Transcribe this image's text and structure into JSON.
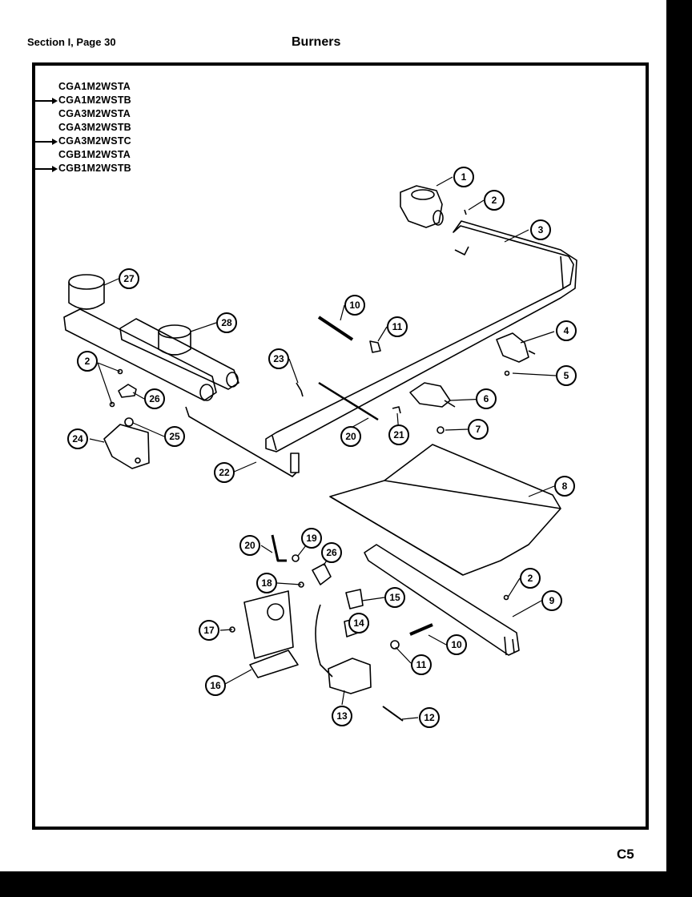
{
  "header": {
    "section_page": "Section I, Page 30",
    "title": "Burners"
  },
  "page_code": "C5",
  "models": [
    {
      "code": "CGA1M2WSTA",
      "arrow": false
    },
    {
      "code": "CGA1M2WSTB",
      "arrow": true
    },
    {
      "code": "CGA3M2WSTA",
      "arrow": false
    },
    {
      "code": "CGA3M2WSTB",
      "arrow": false
    },
    {
      "code": "CGA3M2WSTC",
      "arrow": true
    },
    {
      "code": "CGB1M2WSTA",
      "arrow": false
    },
    {
      "code": "CGB1M2WSTB",
      "arrow": true
    }
  ],
  "callouts": [
    {
      "id": "c1",
      "label": "1"
    },
    {
      "id": "c2a",
      "label": "2"
    },
    {
      "id": "c3",
      "label": "3"
    },
    {
      "id": "c4",
      "label": "4"
    },
    {
      "id": "c5",
      "label": "5"
    },
    {
      "id": "c6",
      "label": "6"
    },
    {
      "id": "c7",
      "label": "7"
    },
    {
      "id": "c8",
      "label": "8"
    },
    {
      "id": "c9",
      "label": "9"
    },
    {
      "id": "c10a",
      "label": "10"
    },
    {
      "id": "c11a",
      "label": "11"
    },
    {
      "id": "c27",
      "label": "27"
    },
    {
      "id": "c28",
      "label": "28"
    },
    {
      "id": "c2b",
      "label": "2"
    },
    {
      "id": "c26a",
      "label": "26"
    },
    {
      "id": "c24",
      "label": "24"
    },
    {
      "id": "c25",
      "label": "25"
    },
    {
      "id": "c22",
      "label": "22"
    },
    {
      "id": "c23",
      "label": "23"
    },
    {
      "id": "c20a",
      "label": "20"
    },
    {
      "id": "c21",
      "label": "21"
    },
    {
      "id": "c2c",
      "label": "2"
    },
    {
      "id": "c20b",
      "label": "20"
    },
    {
      "id": "c19",
      "label": "19"
    },
    {
      "id": "c26b",
      "label": "26"
    },
    {
      "id": "c18",
      "label": "18"
    },
    {
      "id": "c17",
      "label": "17"
    },
    {
      "id": "c16",
      "label": "16"
    },
    {
      "id": "c15",
      "label": "15"
    },
    {
      "id": "c14",
      "label": "14"
    },
    {
      "id": "c10b",
      "label": "10"
    },
    {
      "id": "c11b",
      "label": "11"
    },
    {
      "id": "c13",
      "label": "13"
    },
    {
      "id": "c12",
      "label": "12"
    }
  ]
}
